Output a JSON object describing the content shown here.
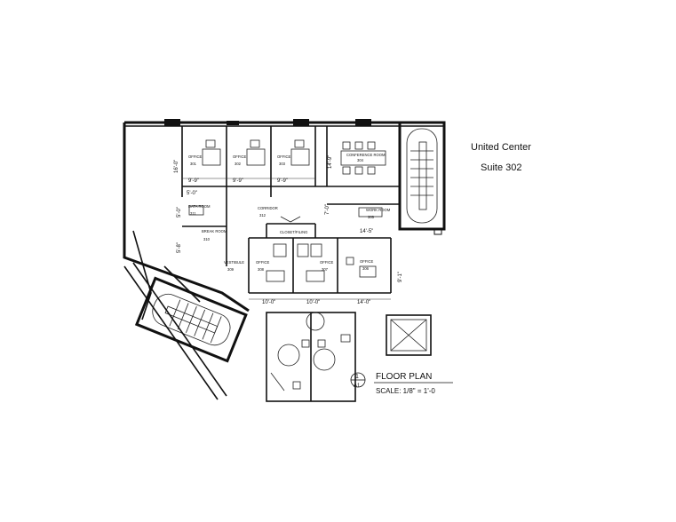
{
  "building": {
    "name": "United Center",
    "suite": "Suite 302"
  },
  "rooms": {
    "office_a": {
      "label": "OFFICE",
      "num": "301"
    },
    "office_b": {
      "label": "OFFICE",
      "num": "302"
    },
    "office_c": {
      "label": "OFFICE",
      "num": "303"
    },
    "conference": {
      "label": "CONFERENCE ROOM",
      "num": "304"
    },
    "data_room": {
      "label": "DATA ROOM",
      "num": "311"
    },
    "break_room": {
      "label": "BREAK ROOM",
      "num": "310"
    },
    "corridor": {
      "label": "CORRIDOR",
      "num": "312"
    },
    "closet": {
      "label": "CLOSET/FILING"
    },
    "work_room": {
      "label": "WORK ROOM",
      "num": "305"
    },
    "office_d": {
      "label": "OFFICE",
      "num": "308"
    },
    "office_e": {
      "label": "OFFICE",
      "num": "307"
    },
    "office_f": {
      "label": "OFFICE",
      "num": "306"
    },
    "vestibule": {
      "label": "VESTIBULE",
      "num": "309"
    }
  },
  "dimensions": {
    "d1": "9'-9\"",
    "d2": "9'-9\"",
    "d3": "9'-9\"",
    "h1": "16'-0\"",
    "h2": "14'-9\"",
    "h3": "5'-0\"",
    "h4": "5'-0\"",
    "h5": "7'-0\"",
    "h6": "5'-8\"",
    "h7": "14'-5\"",
    "b1": "10'-0\"",
    "b2": "10'-0\"",
    "b3": "14'-0\"",
    "v1": "9'-1\""
  },
  "title_block": {
    "sheet_number": "1",
    "sheet_code": "A1",
    "title": "FLOOR PLAN",
    "scale": "SCALE: 1/8\" = 1'-0"
  }
}
